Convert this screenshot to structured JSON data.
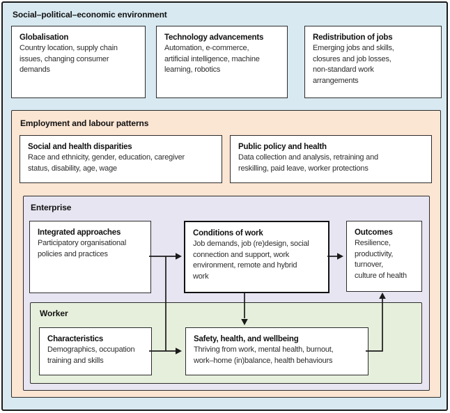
{
  "colors": {
    "environment_bg": "#d8e9f1",
    "employment_bg": "#fbe5d3",
    "enterprise_bg": "#e8e5f2",
    "worker_bg": "#e6efdc",
    "box_bg": "#ffffff",
    "border": "#2b2b2b",
    "arrow": "#1a1a1a"
  },
  "environment": {
    "title": "Social–political–economic environment",
    "boxes": [
      {
        "title": "Globalisation",
        "body": "Country location, supply chain\nissues, changing consumer\ndemands"
      },
      {
        "title": "Technology advancements",
        "body": "Automation, e-commerce,\nartificial intelligence, machine\nlearning, robotics"
      },
      {
        "title": "Redistribution of jobs",
        "body": "Emerging jobs and skills,\nclosures and job losses,\nnon-standard work\narrangements"
      }
    ]
  },
  "employment": {
    "title": "Employment and labour patterns",
    "boxes": [
      {
        "title": "Social and health disparities",
        "body": "Race and ethnicity, gender, education, caregiver\nstatus, disability, age, wage"
      },
      {
        "title": "Public policy and health",
        "body": "Data collection and analysis, retraining and\nreskilling, paid leave, worker protections"
      }
    ]
  },
  "enterprise": {
    "title": "Enterprise",
    "boxes": [
      {
        "title": "Integrated approaches",
        "body": "Participatory organisational\npolicies and practices"
      },
      {
        "title": "Conditions of work",
        "body": "Job demands, job (re)design, social\nconnection and support, work\nenvironment, remote and hybrid\nwork"
      },
      {
        "title": "Outcomes",
        "body": "Resilience,\nproductivity,\nturnover,\nculture of health"
      }
    ]
  },
  "worker": {
    "title": "Worker",
    "boxes": [
      {
        "title": "Characteristics",
        "body": "Demographics, occupation\ntraining and skills"
      },
      {
        "title": "Safety, health, and wellbeing",
        "body": "Thriving from work, mental health, burnout,\nwork–home (in)balance, health behaviours"
      }
    ]
  }
}
